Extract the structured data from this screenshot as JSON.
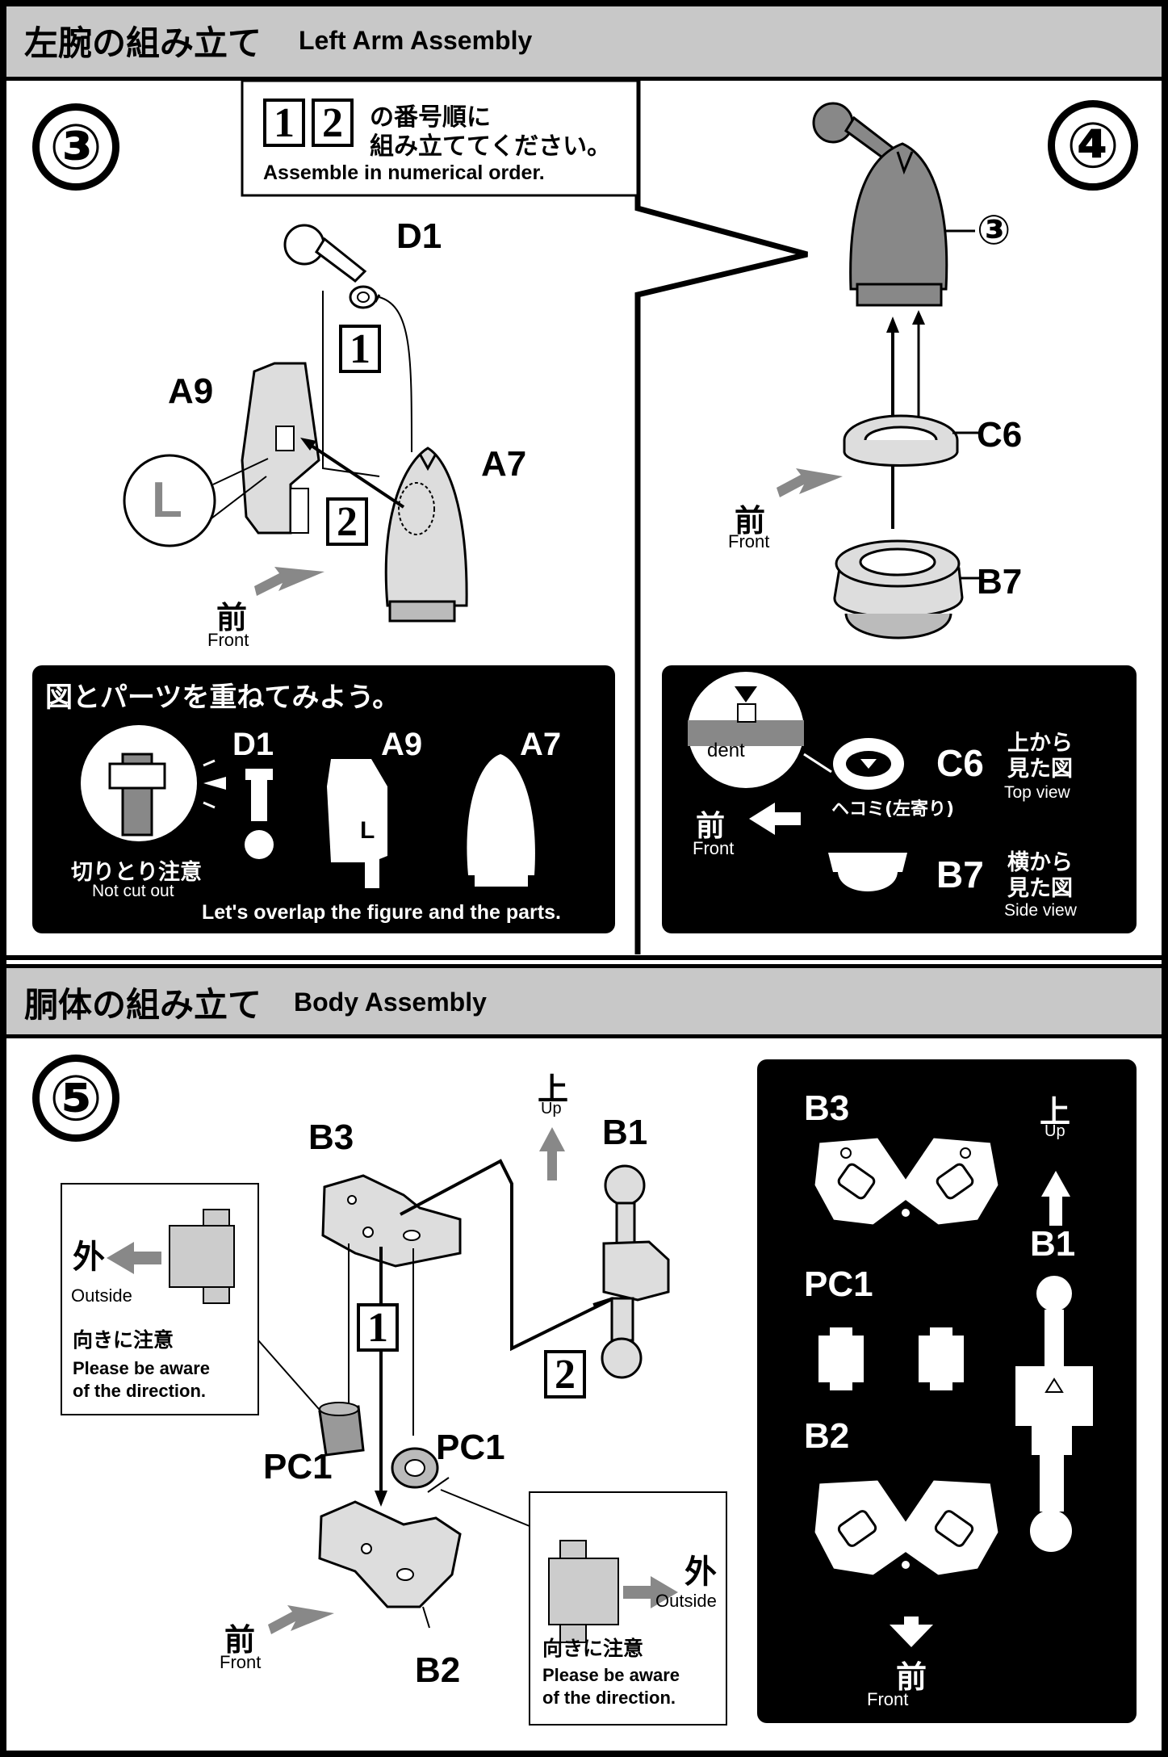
{
  "sections": {
    "left_arm": {
      "title_jp": "左腕の組み立て",
      "title_en": "Left Arm Assembly"
    },
    "body": {
      "title_jp": "胴体の組み立て",
      "title_en": "Body Assembly"
    }
  },
  "step3": {
    "number": "③",
    "order_box": {
      "num1": "1",
      "num2": "2",
      "jp_line1": "の番号順に",
      "jp_line2": "組み立ててください。",
      "en": "Assemble in numerical order."
    },
    "parts": {
      "d1": "D1",
      "a9": "A9",
      "a7": "A7",
      "l_mark": "L"
    },
    "steps": {
      "s1": "1",
      "s2": "2"
    },
    "front_jp": "前",
    "front_en": "Front",
    "panel": {
      "title_jp": "図とパーツを重ねてみよう。",
      "d1": "D1",
      "a9": "A9",
      "a7": "A7",
      "a9_mark": "L",
      "note_jp": "切りとり注意",
      "note_en": "Not cut out",
      "caption_en": "Let's overlap the figure and the parts."
    }
  },
  "step4": {
    "number": "④",
    "parts": {
      "ref": "③",
      "c6": "C6",
      "b7": "B7"
    },
    "front_jp": "前",
    "front_en": "Front",
    "panel": {
      "dent_en": "dent",
      "dent_jp": "ヘコミ(左寄り)",
      "c6": "C6",
      "b7": "B7",
      "top_jp_1": "上から",
      "top_jp_2": "見た図",
      "top_en": "Top view",
      "side_jp_1": "横から",
      "side_jp_2": "見た図",
      "side_en": "Side view",
      "front_jp": "前",
      "front_en": "Front"
    }
  },
  "step5": {
    "number": "⑤",
    "parts": {
      "b3": "B3",
      "b1": "B1",
      "pc1_left": "PC1",
      "pc1_right": "PC1",
      "b2": "B2"
    },
    "steps": {
      "s1": "1",
      "s2": "2"
    },
    "up_jp": "上",
    "up_en": "Up",
    "front_jp": "前",
    "front_en": "Front",
    "callout_left": {
      "outside_jp": "外",
      "outside_en": "Outside",
      "note_jp": "向きに注意",
      "note_en_1": "Please be aware",
      "note_en_2": "of the direction."
    },
    "callout_right": {
      "outside_jp": "外",
      "outside_en": "Outside",
      "note_jp": "向きに注意",
      "note_en_1": "Please be aware",
      "note_en_2": "of the direction."
    },
    "panel": {
      "b3": "B3",
      "pc1": "PC1",
      "b2": "B2",
      "b1": "B1",
      "up_jp": "上",
      "up_en": "Up",
      "front_jp": "前",
      "front_en": "Front"
    }
  }
}
